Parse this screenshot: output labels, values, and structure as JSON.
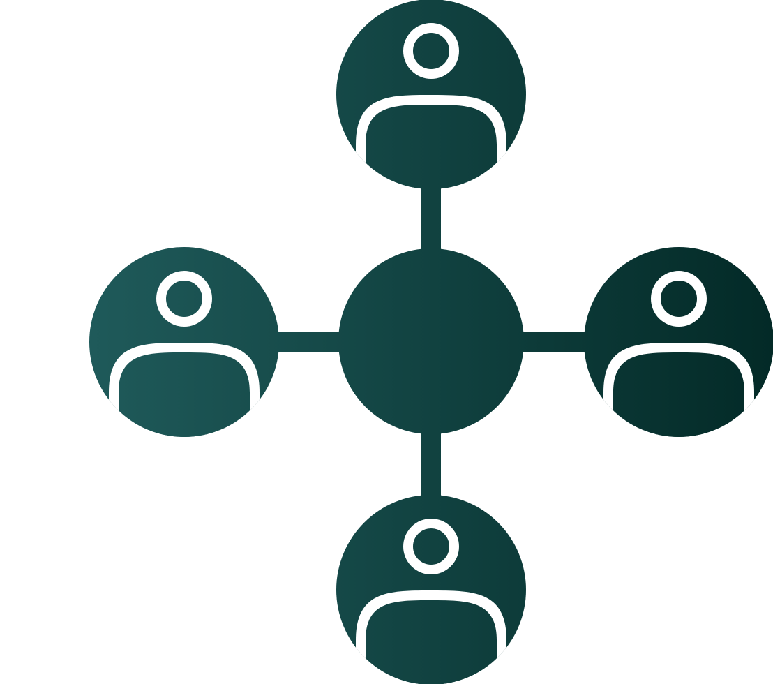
{
  "icon": {
    "name": "network-people-icon",
    "colors": {
      "gradient_start": "#1f5a5a",
      "gradient_end": "#032a27",
      "background": "#ffffff",
      "cutout": "#ffffff"
    },
    "nodes": [
      {
        "name": "center-hub",
        "kind": "hub"
      },
      {
        "name": "person-node-top",
        "kind": "person"
      },
      {
        "name": "person-node-left",
        "kind": "person"
      },
      {
        "name": "person-node-right",
        "kind": "person"
      },
      {
        "name": "person-node-bottom",
        "kind": "person"
      }
    ]
  }
}
